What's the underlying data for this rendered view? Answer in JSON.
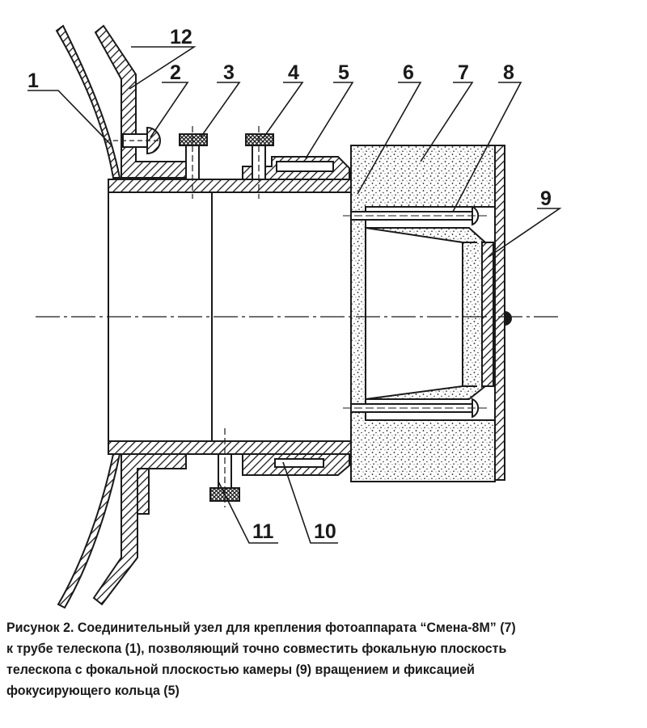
{
  "callouts": {
    "c1": "1",
    "c2": "2",
    "c3": "3",
    "c4": "4",
    "c5": "5",
    "c6": "6",
    "c7": "7",
    "c8": "8",
    "c9": "9",
    "c10": "10",
    "c11": "11",
    "c12": "12"
  },
  "caption": {
    "line1": "Рисунок 2. Соединительный узел для крепления фотоаппарата “Смена-8М” (7)",
    "line2": "к трубе телескопа (1), позволяющий точно совместить фокальную плоскость",
    "line3": "телескопа с фокальной плоскостью камеры (9) вращением и фиксацией",
    "line4": "фокусирующего кольца (5)"
  },
  "colors": {
    "ink": "#1a1a1a",
    "paper": "#ffffff"
  }
}
